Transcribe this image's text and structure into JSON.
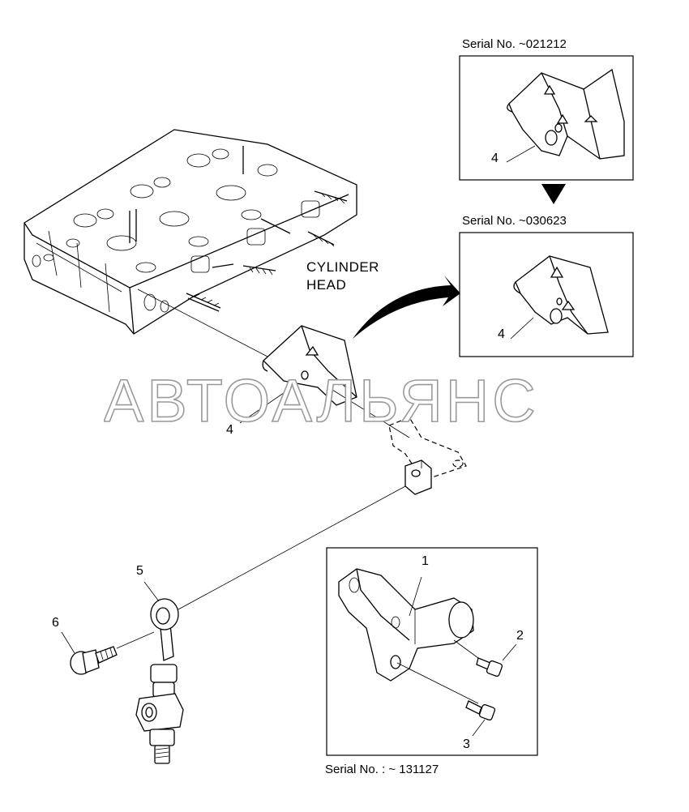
{
  "labels": {
    "serial_top": "Serial No. ~021212",
    "serial_mid": "Serial No. ~030623",
    "serial_bottom": "Serial No. : ~ 131127",
    "cylinder_head_line1": "CYLINDER",
    "cylinder_head_line2": "HEAD",
    "watermark": "АВТОАЛЬЯНС"
  },
  "callouts": {
    "inset_top_part": "4",
    "inset_mid_part": "4",
    "bracket_part": "4",
    "rod_part": "5",
    "bolt_part": "6",
    "inset_bottom_bracket": "1",
    "inset_bottom_bolt_a": "2",
    "inset_bottom_bolt_b": "3"
  }
}
